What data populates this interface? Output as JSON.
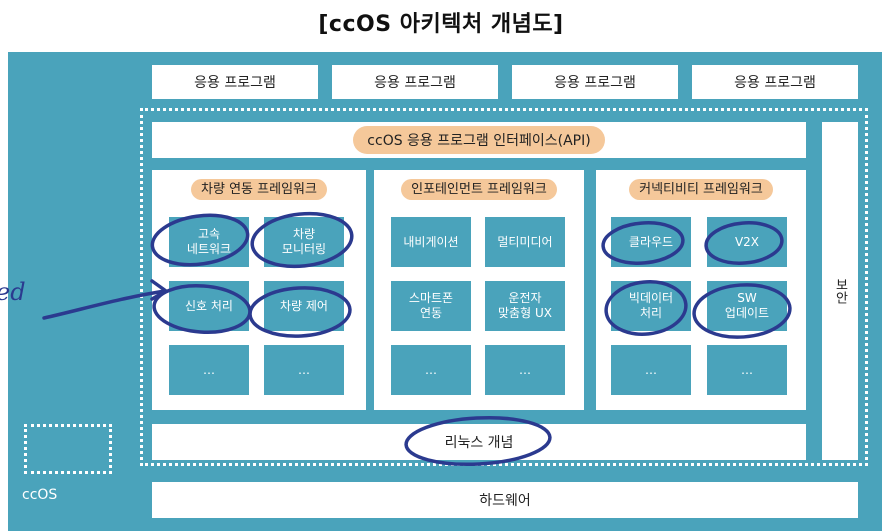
{
  "title": "[ccOS 아키텍처 개념도]",
  "apps": [
    "응용 프로그램",
    "응용 프로그램",
    "응용 프로그램",
    "응용 프로그램"
  ],
  "api": "ccOS 응용 프로그램 인터페이스(API)",
  "frameworks": [
    {
      "name": "차량 연동 프레임워크",
      "modules": [
        "고속\n네트워크",
        "차량\n모니터링",
        "신호 처리",
        "차량 제어",
        "…",
        "…"
      ]
    },
    {
      "name": "인포테인먼트 프레임워크",
      "modules": [
        "내비게이션",
        "멀티미디어",
        "스마트폰\n연동",
        "운전자\n맞춤형 UX",
        "…",
        "…"
      ]
    },
    {
      "name": "커넥티비티 프레임워크",
      "modules": [
        "클라우드",
        "V2X",
        "빅데이터\n처리",
        "SW\n업데이트",
        "…",
        "…"
      ]
    }
  ],
  "linux": "리눅스 개념",
  "security": "보안",
  "hardware": "하드웨어",
  "ccos_label": "ccOS",
  "handwriting": "ed",
  "colors": {
    "teal": "#4aa3bb",
    "pill": "#f5c89a",
    "ink": "#2b3a8f"
  }
}
